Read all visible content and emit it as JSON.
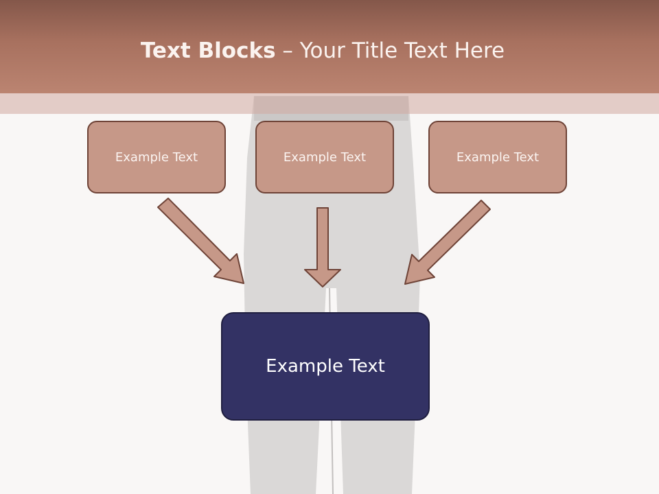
{
  "title": {
    "bold_part": "Text Blocks",
    "dash": " – ",
    "normal_part": "Your Title Text Here"
  },
  "boxes": {
    "left": "Example Text",
    "middle": "Example Text",
    "right": "Example Text",
    "center": "Example Text"
  },
  "colors": {
    "header": "#a8715f",
    "small_box_fill": "#c69888",
    "small_box_border": "#6e4337",
    "center_box_fill": "#333264",
    "arrow_fill": "#c69888",
    "arrow_stroke": "#6e4337"
  }
}
